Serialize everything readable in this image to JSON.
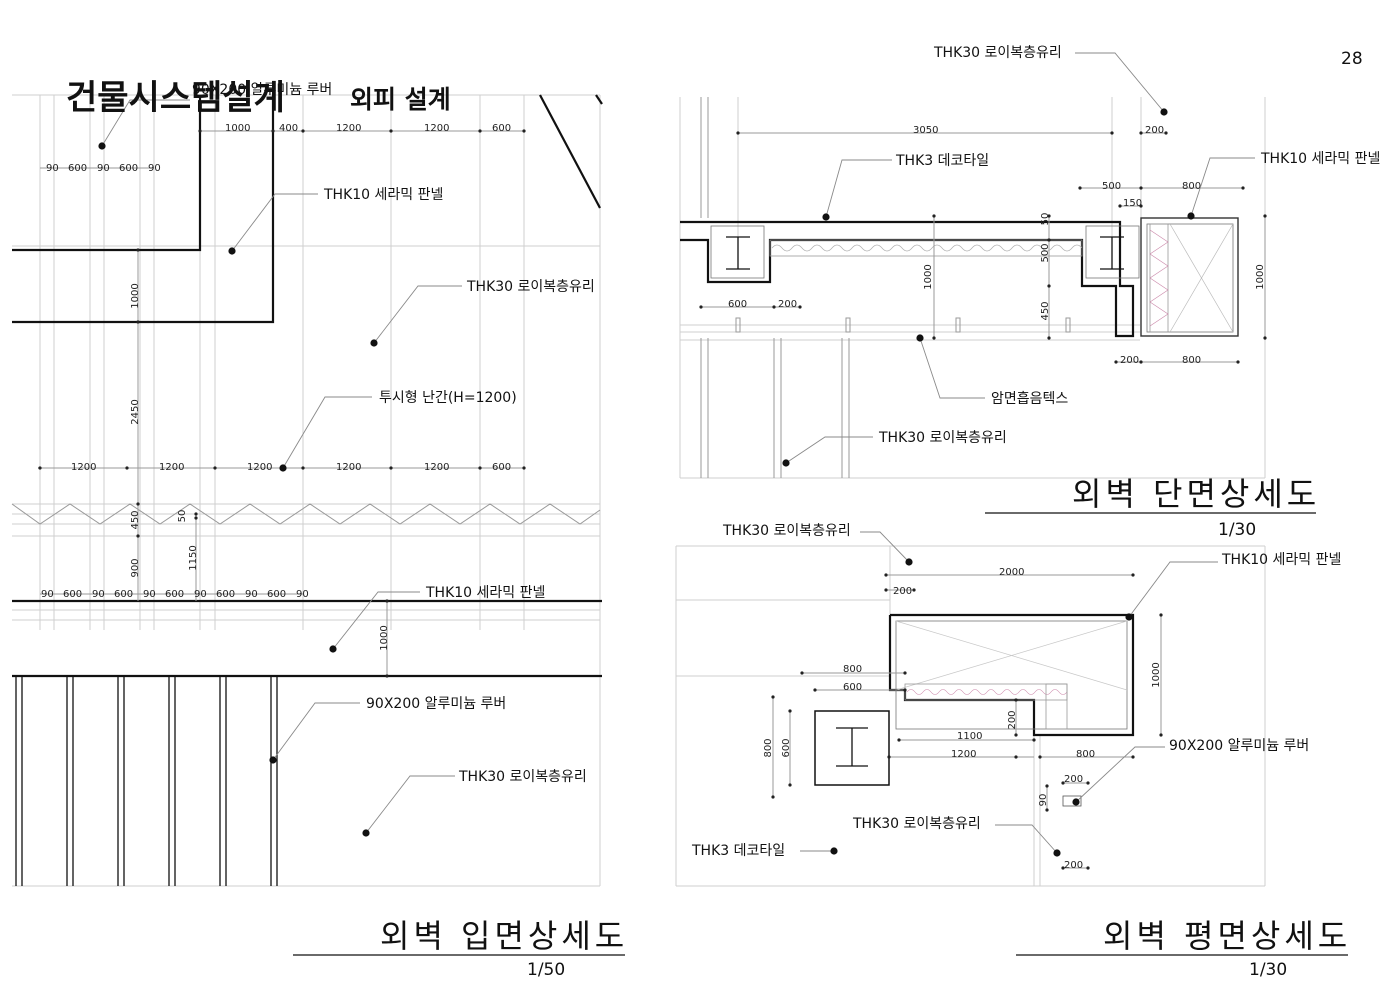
{
  "page": {
    "number": "28",
    "title": "건물시스템설계",
    "subtitle": "외피 설계"
  },
  "elevation": {
    "title": "외벽 입면상세도",
    "scale": "1/50",
    "labels": {
      "louver_top": "90X200 알루미늄 루버",
      "ceramic_1": "THK10 세라믹 판넬",
      "glass_1": "THK30 로이복층유리",
      "railing": "투시형 난간(H=1200)",
      "ceramic_2": "THK10 세라믹 판넬",
      "louver_bottom": "90X200 알루미늄 루버",
      "glass_2": "THK30 로이복층유리"
    },
    "dims": {
      "top_row": [
        "1000",
        "400",
        "1200",
        "1200",
        "600"
      ],
      "louver_row": [
        "90",
        "600",
        "90",
        "600",
        "90"
      ],
      "mid_row": [
        "1200",
        "1200",
        "1200",
        "1200",
        "1200",
        "600"
      ],
      "bottom_row": [
        "90",
        "600",
        "90",
        "600",
        "90",
        "600",
        "90",
        "600",
        "90",
        "600",
        "90"
      ],
      "v_1000a": "1000",
      "v_2450": "2450",
      "v_450": "450",
      "v_50": "50",
      "v_1150": "1150",
      "v_900": "900",
      "v_1000b": "1000"
    }
  },
  "section": {
    "title": "외벽 단면상세도",
    "scale": "1/30",
    "labels": {
      "glass_top": "THK30 로이복층유리",
      "deco_tile": "THK3 데코타일",
      "ceramic": "THK10 세라믹 판넬",
      "sound": "암면흡음텍스",
      "glass_bottom": "THK30 로이복층유리"
    },
    "dims": {
      "d3050": "3050",
      "d200a": "200",
      "d500": "500",
      "d800a": "800",
      "d150": "150",
      "d50": "50",
      "d500v": "500",
      "d450": "450",
      "d1000a": "1000",
      "d1000b": "1000",
      "d600": "600",
      "d200b": "200",
      "d200c": "200",
      "d800b": "800"
    }
  },
  "plan": {
    "title": "외벽 평면상세도",
    "scale": "1/30",
    "labels": {
      "glass_top": "THK30 로이복층유리",
      "ceramic": "THK10 세라믹 판넬",
      "louver": "90X200 알루미늄 루버",
      "glass_bottom": "THK30 로이복층유리",
      "deco_tile": "THK3 데코타일"
    },
    "dims": {
      "d2000": "2000",
      "d200a": "200",
      "d800a": "800",
      "d600a": "600",
      "d1000": "1000",
      "d1100": "1100",
      "d1200": "1200",
      "d200v": "200",
      "d800b": "800",
      "d800v": "800",
      "d600v": "600",
      "d200b": "200",
      "d90": "90",
      "d200c": "200"
    }
  }
}
